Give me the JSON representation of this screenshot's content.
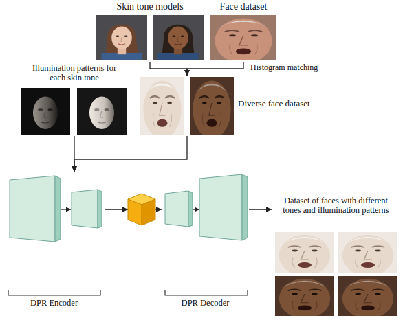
{
  "diagram": {
    "nodes": [
      {
        "text": [
          "Skin tone models"
        ]
      },
      {
        "text": [
          "Face dataset"
        ]
      },
      {
        "text": [
          "Illumination patterns for each skin tone"
        ]
      },
      {
        "text": [
          "Diverse face dataset"
        ]
      },
      {
        "text": [
          "DPR Encoder"
        ]
      },
      {
        "text": [
          "DPR Decoder"
        ]
      },
      {
        "text": [
          "Dataset of faces with different tones and illumination patterns"
        ]
      }
    ],
    "edges": [
      {
        "from": 0,
        "to": 3,
        "arrow": "to"
      },
      {
        "from": 1,
        "to": 3,
        "label": "Histogram matching",
        "arrow": "to"
      },
      {
        "from": 2,
        "to": 4,
        "arrow": "to"
      },
      {
        "from": 3,
        "to": 4,
        "arrow": "to"
      },
      {
        "from": 4,
        "to": 5,
        "arrow": "to"
      },
      {
        "from": 5,
        "to": 6,
        "arrow": "to"
      }
    ]
  }
}
